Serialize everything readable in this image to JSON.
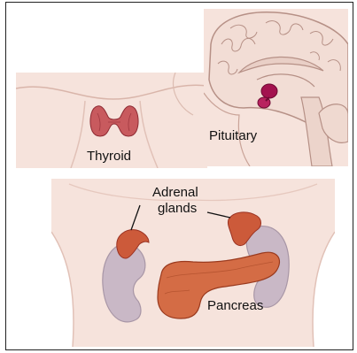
{
  "labels": {
    "thyroid": "Thyroid",
    "pituitary": "Pituitary",
    "adrenal_line1": "Adrenal",
    "adrenal_line2": "glands",
    "pancreas": "Pancreas"
  },
  "colors": {
    "skin": "#f6e3dc",
    "skin_shade": "#e8c7bc",
    "gland": "#cc5a3a",
    "gland_dark": "#9a3222",
    "thyroid": "#c85a5e",
    "pituitary": "#a3124f",
    "brain": "#f2ddd5",
    "brain_line": "#b69086",
    "kidney": "#c9b8c6",
    "pancreas": "#d46c45"
  }
}
